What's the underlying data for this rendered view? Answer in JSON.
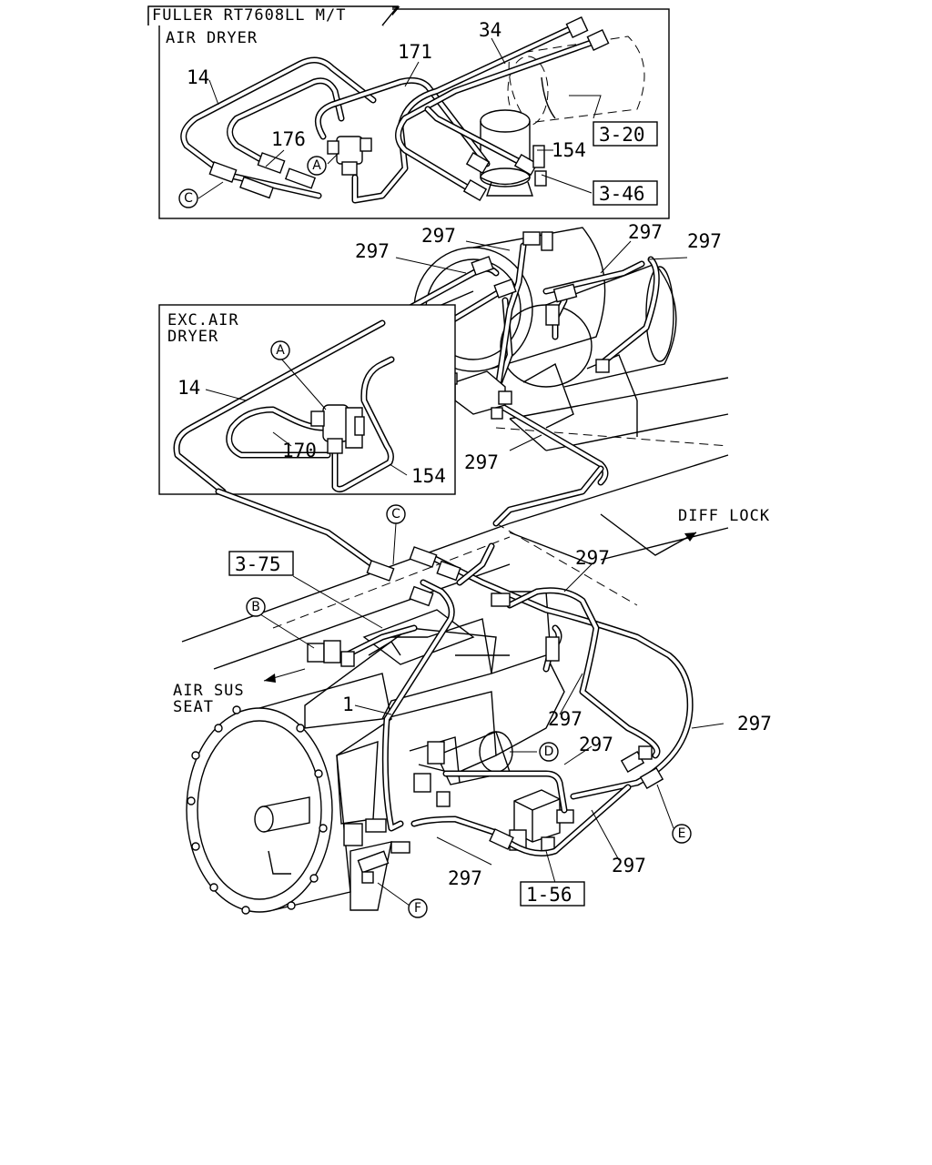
{
  "title": "FULLER RT7608LL M/T",
  "inset_air_dryer": {
    "heading": "AIR DRYER",
    "parts": [
      "14",
      "171",
      "34",
      "176",
      "154"
    ],
    "callouts": [
      "A",
      "C"
    ],
    "refs": [
      "3-20",
      "3-46"
    ]
  },
  "inset_exc_air_dryer": {
    "heading_line1": "EXC.AIR",
    "heading_line2": "DRYER",
    "parts": [
      "14",
      "170",
      "154"
    ],
    "callouts": [
      "A"
    ]
  },
  "main": {
    "tank_parts": [
      "297",
      "297",
      "297",
      "297"
    ],
    "lower_parts": [
      "297",
      "297",
      "297",
      "297",
      "297",
      "297",
      "297",
      "1"
    ],
    "refs": [
      "3-75",
      "1-56"
    ],
    "callouts": [
      "C",
      "B",
      "D",
      "E",
      "F"
    ],
    "diff_lock": "DIFF LOCK",
    "air_sus_line1": "AIR SUS",
    "air_sus_line2": "SEAT"
  }
}
